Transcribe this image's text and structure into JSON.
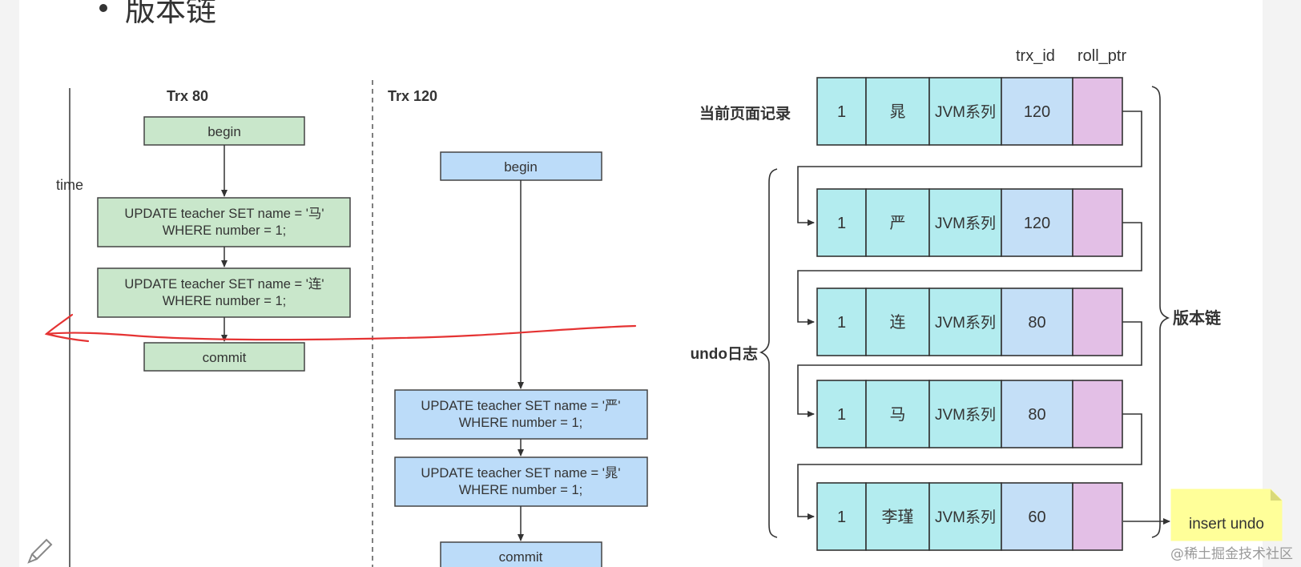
{
  "heading": {
    "text": "版本链"
  },
  "timeline": {
    "time_label": "time",
    "trx_left": {
      "title": "Trx 80",
      "begin": "begin",
      "stmt1_line1": "UPDATE teacher  SET name = '马'",
      "stmt1_line2": "WHERE number = 1;",
      "stmt2_line1": "UPDATE teacher  SET name = '连'",
      "stmt2_line2": "WHERE number = 1;",
      "commit": "commit"
    },
    "trx_right": {
      "title": "Trx 120",
      "begin": "begin",
      "stmt1_line1": "UPDATE teacher  SET name = '严'",
      "stmt1_line2": "WHERE number = 1;",
      "stmt2_line1": "UPDATE teacher  SET name = '晁'",
      "stmt2_line2": "WHERE number = 1;",
      "commit": "commit"
    }
  },
  "version_chain": {
    "col_trx_id": "trx_id",
    "col_roll_ptr": "roll_ptr",
    "current_label": "当前页面记录",
    "undo_label": "undo日志",
    "chain_label": "版本链",
    "insert_undo": "insert undo",
    "records": [
      {
        "id": "1",
        "name": "晁",
        "class": "JVM系列",
        "trx_id": "120"
      },
      {
        "id": "1",
        "name": "严",
        "class": "JVM系列",
        "trx_id": "120"
      },
      {
        "id": "1",
        "name": "连",
        "class": "JVM系列",
        "trx_id": "80"
      },
      {
        "id": "1",
        "name": "马",
        "class": "JVM系列",
        "trx_id": "80"
      },
      {
        "id": "1",
        "name": "李瑾",
        "class": "JVM系列",
        "trx_id": "60"
      }
    ]
  },
  "colors": {
    "green_fill": "#c9e7cb",
    "blue_fill": "#bcdcf9",
    "cyan_cell": "#b3ecef",
    "trx_cell": "#c4dff7",
    "roll_cell": "#e3bfe6",
    "note_fill": "#ffff99",
    "annotation_red": "#e53333"
  },
  "watermark": "@稀土掘金技术社区"
}
